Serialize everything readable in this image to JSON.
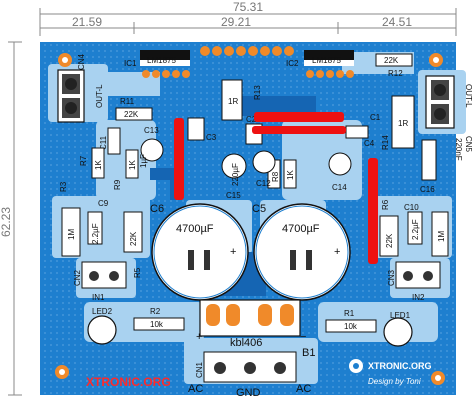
{
  "dimensions": {
    "total_width": "75.31",
    "left": "21.59",
    "middle": "29.21",
    "right": "24.51",
    "height": "62.23"
  },
  "components": {
    "ic1": "IC1",
    "ic1_part": "LM1875",
    "ic2": "IC2",
    "ic2_part": "LM1875",
    "cn4": "CN4",
    "cn5": "CN5",
    "out_l_left": "OUT-L",
    "out_l_right": "OUT-L",
    "r11": "R11",
    "r11_val": "22K",
    "r12": "R12",
    "r12_val": "22K",
    "r13": "R13",
    "r13_val": "1R",
    "r14": "R14",
    "r14_val": "1R",
    "c11": "C11",
    "c13": "C13",
    "c13_val": "1µF",
    "c3": "C3",
    "c2": "C2",
    "c15": "C15",
    "c15_val": "220µF",
    "c12": "C12",
    "c14": "C14",
    "c1": "C1",
    "c4": "C4",
    "c16": "C16",
    "c16_val": "220nF",
    "r7": "R7",
    "r7_val": "1K",
    "r9": "R9",
    "r9_val": "1K",
    "r10_val": "1K",
    "r8": "R8",
    "r3": "R3",
    "r3_val": "1M",
    "c9": "C9",
    "c9_val": "2.2µF",
    "r5": "R5",
    "r5_val": "22K",
    "c6": "C6",
    "c6_val": "4700µF",
    "c5": "C5",
    "c5_val": "4700µF",
    "r6": "R6",
    "r6_val": "22K",
    "c10": "C10",
    "c10_val": "2.2µF",
    "r4_val": "1M",
    "cn2": "CN2",
    "cn3": "CN3",
    "in1": "IN1",
    "in2": "IN2",
    "led2": "LED2",
    "led1": "LED1",
    "r2": "R2",
    "r2_val": "10k",
    "r1": "R1",
    "r1_val": "10k",
    "bridge": "kbl406",
    "b1": "B1",
    "cn1": "CN1",
    "ac_left": "AC",
    "ac_right": "AC",
    "gnd": "GND",
    "plus": "+",
    "minus": "−"
  },
  "branding": {
    "logo_text": "XTRONIC.ORG",
    "designer": "Design by Toni",
    "watermark": "XTRONIC.ORG"
  },
  "colors": {
    "board": "#1e7fcf",
    "trace_light": "#a9d2f0",
    "pad": "#f08a2a",
    "jumper": "#ee1111",
    "silk": "#111111"
  }
}
